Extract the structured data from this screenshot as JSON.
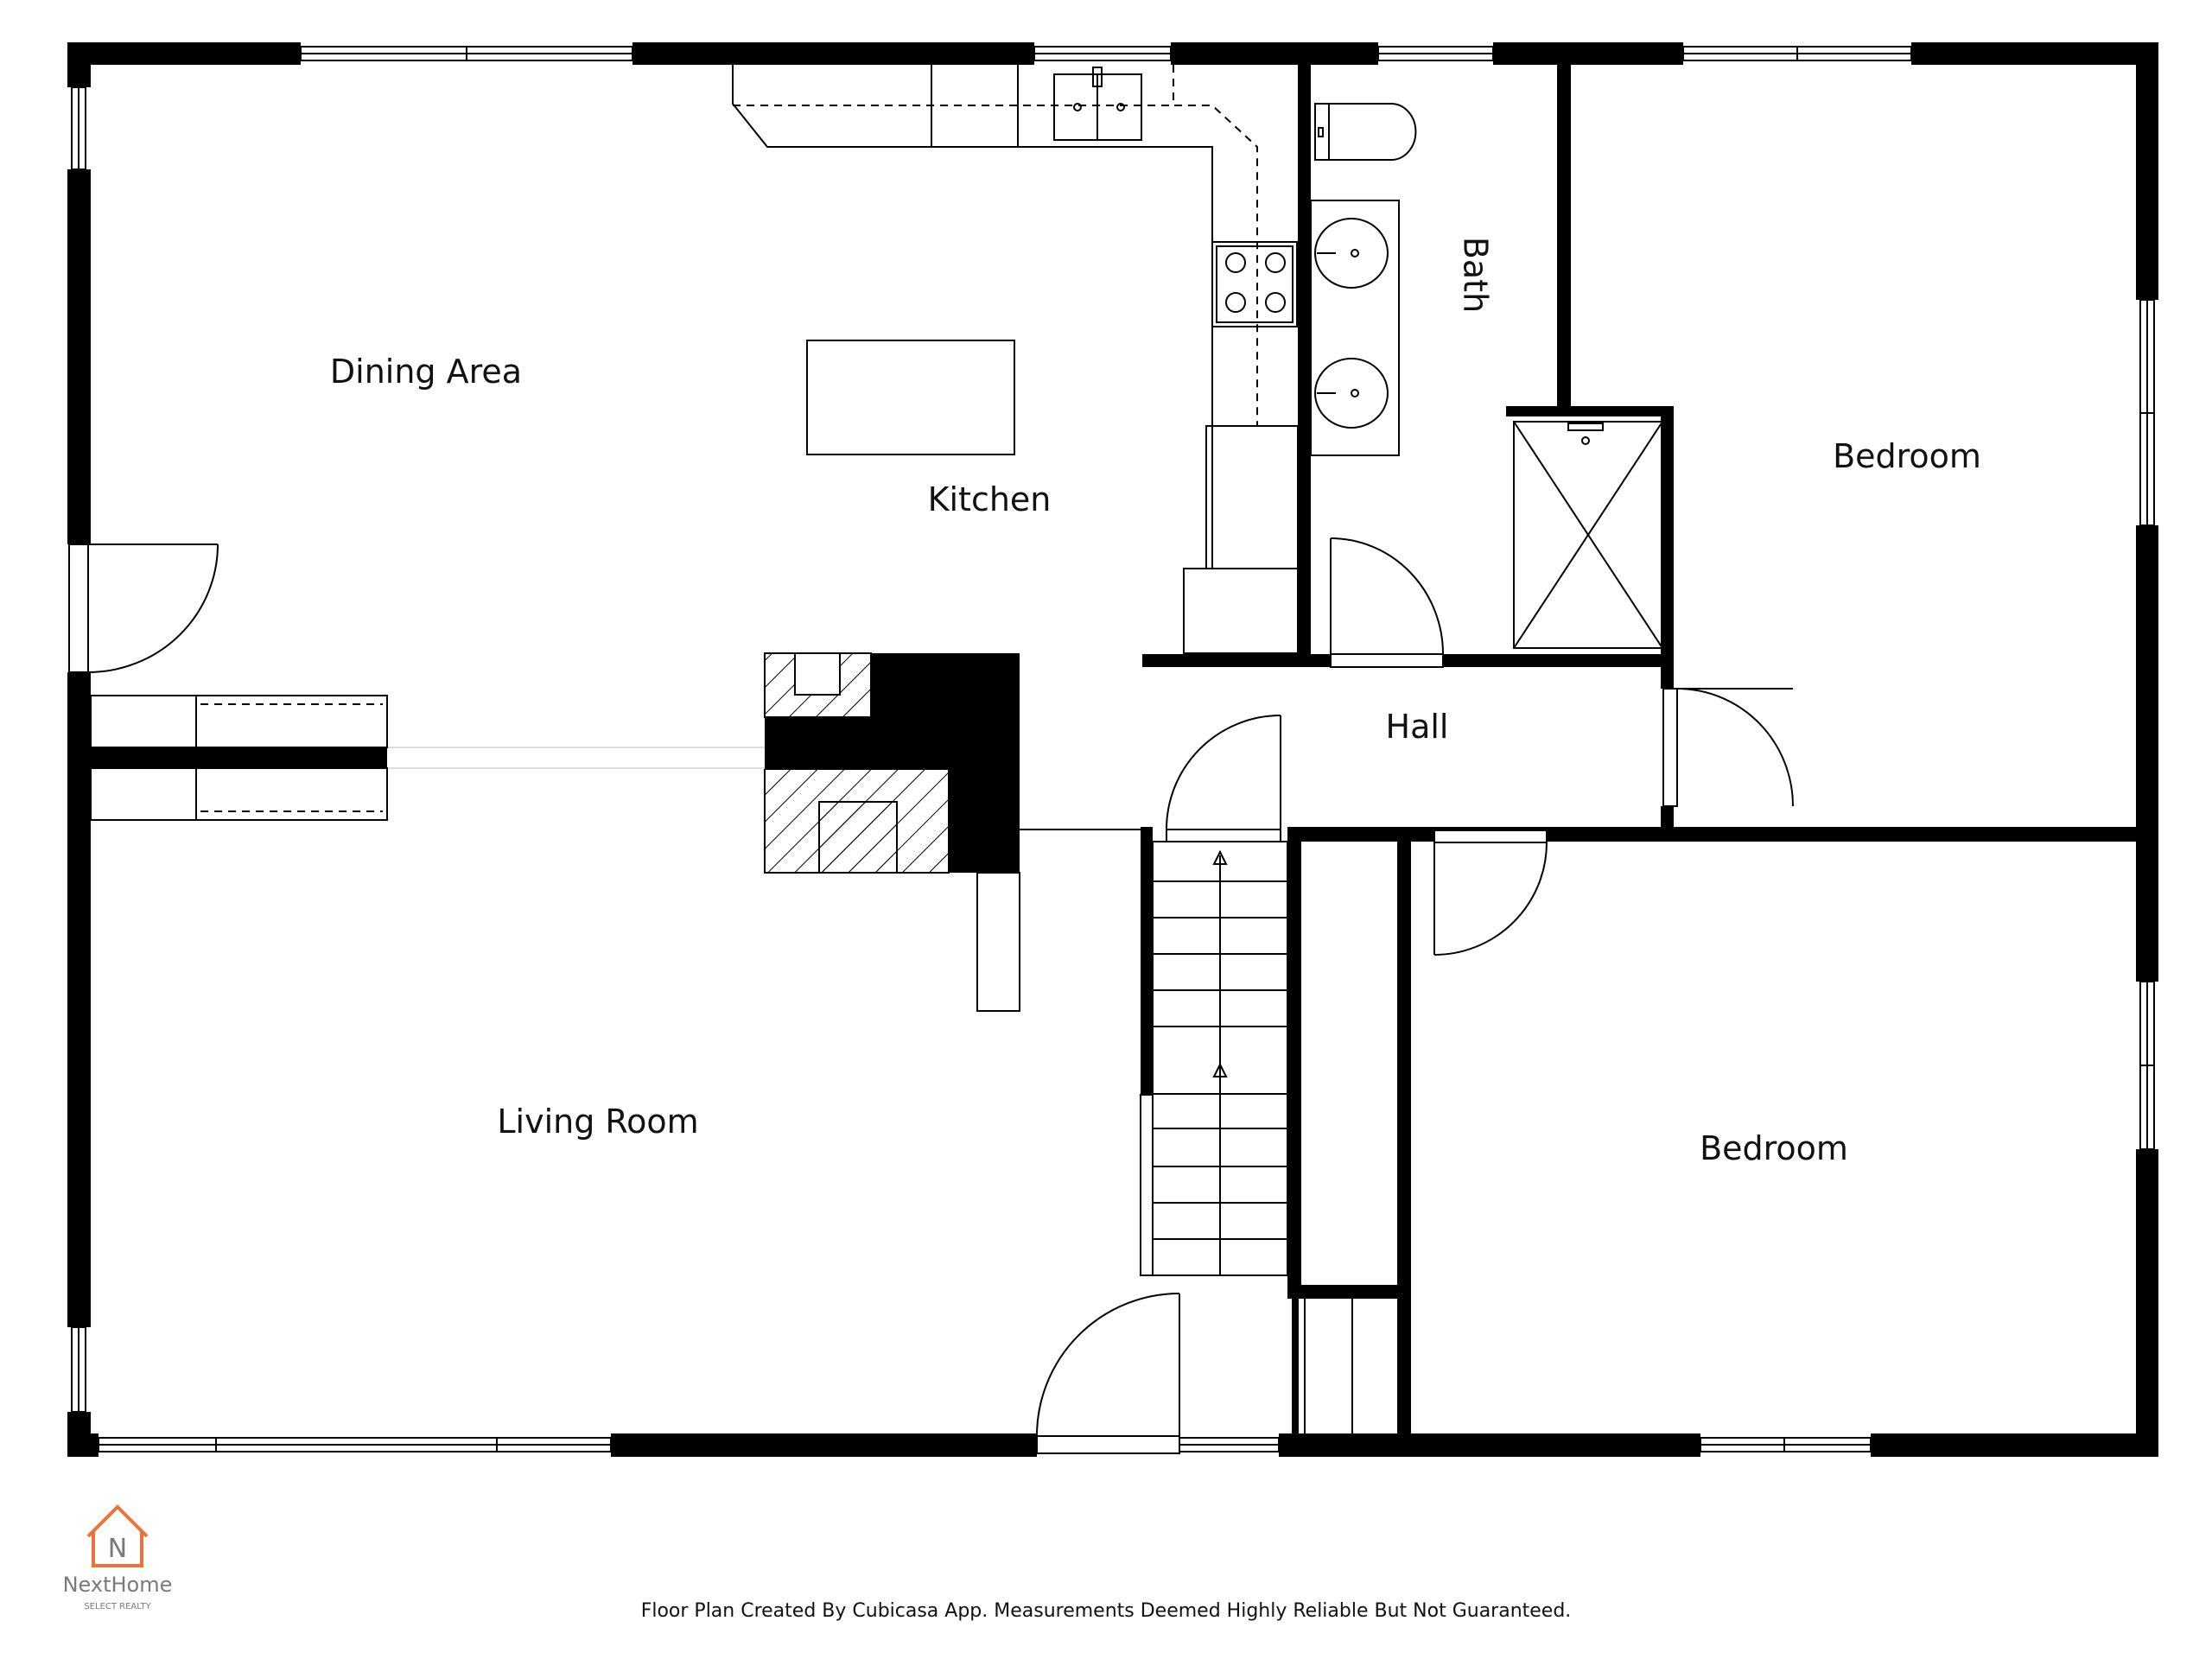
{
  "rooms": {
    "dining_area": "Dining Area",
    "kitchen": "Kitchen",
    "bath": "Bath",
    "bedroom_upper": "Bedroom",
    "hall": "Hall",
    "living_room": "Living Room",
    "bedroom_lower": "Bedroom"
  },
  "footer_note": "Floor Plan Created By Cubicasa App. Measurements Deemed Highly Reliable But Not Guaranteed.",
  "logo": {
    "letter": "N",
    "name": "NextHome",
    "tagline": "SELECT REALTY",
    "accent_color": "#e8743b"
  },
  "colors": {
    "wall": "#000000",
    "background": "#ffffff"
  }
}
